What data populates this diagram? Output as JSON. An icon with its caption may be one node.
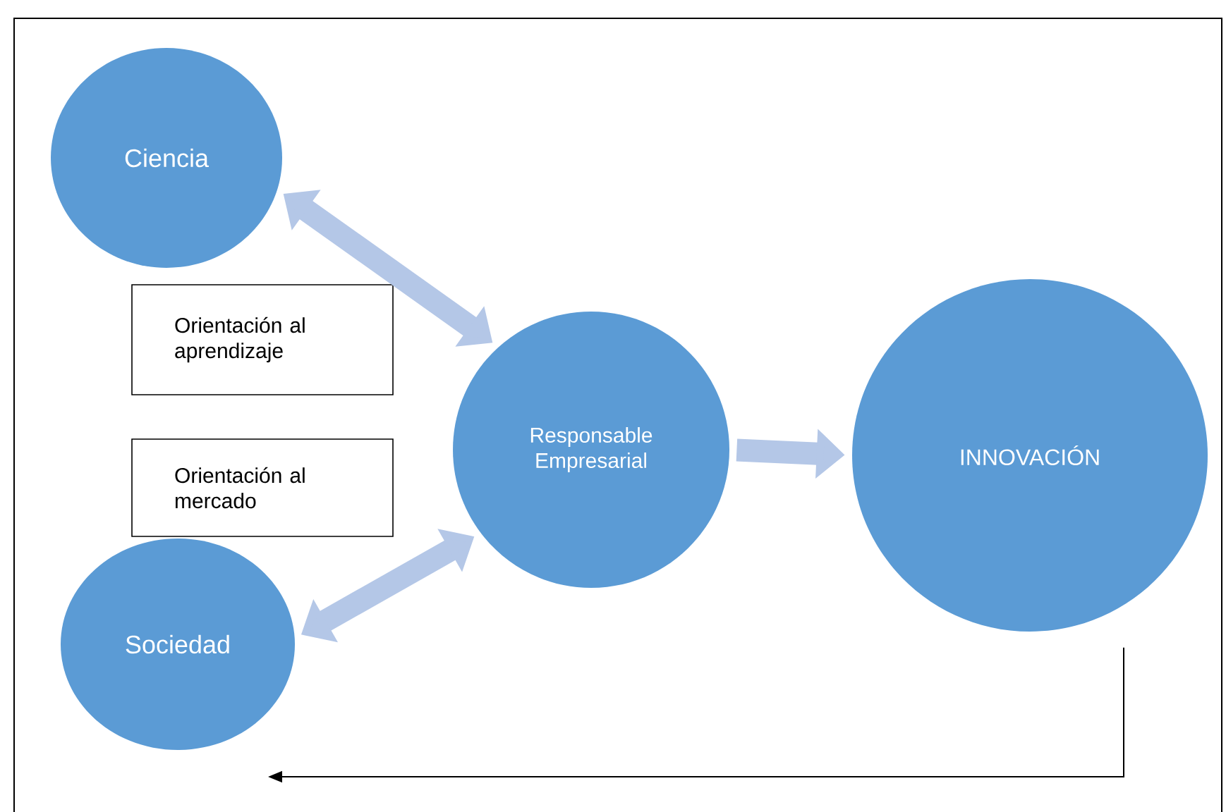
{
  "diagram": {
    "nodes": [
      {
        "text": [
          "Ciencia"
        ]
      },
      {
        "text": [
          "Orientación al aprendizaje"
        ]
      },
      {
        "text": [
          "Orientación al mercado"
        ]
      },
      {
        "text": [
          "Sociedad"
        ]
      },
      {
        "text": [
          "Responsable Empresarial"
        ]
      },
      {
        "text": [
          "INNOVACIÓN"
        ]
      }
    ],
    "edges": [
      {
        "from": 0,
        "to": 4,
        "arrow": "both"
      },
      {
        "from": 3,
        "to": 4,
        "arrow": "both"
      },
      {
        "from": 4,
        "to": 5,
        "arrow": "to"
      },
      {
        "from": 5,
        "to": null,
        "arrow": "to",
        "color": "#000000"
      }
    ]
  }
}
